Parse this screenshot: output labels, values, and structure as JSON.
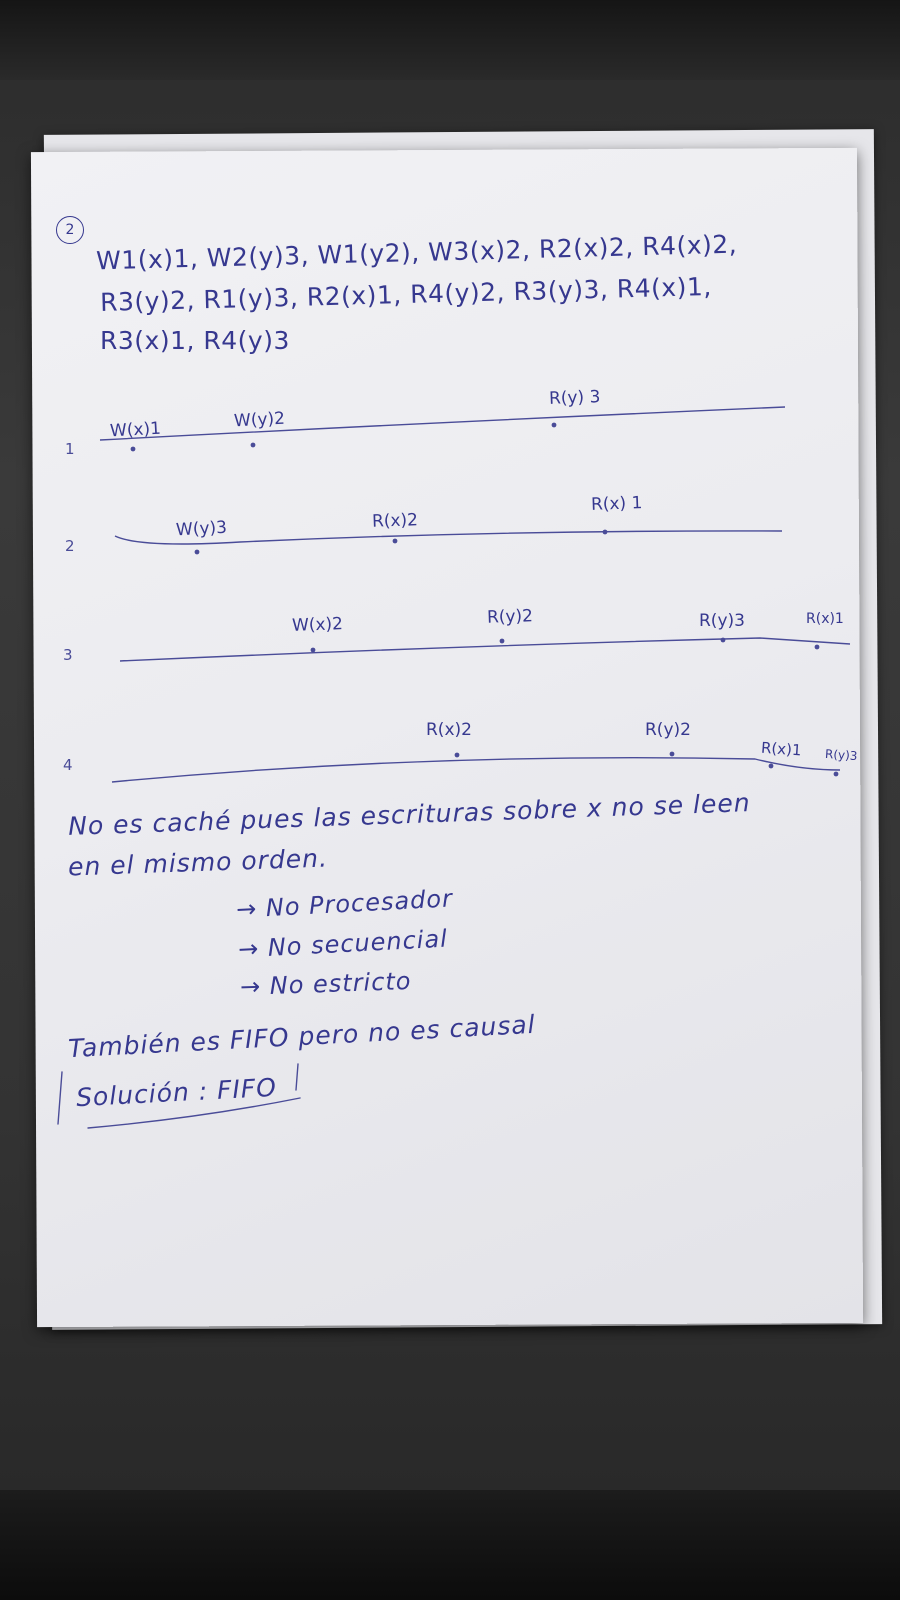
{
  "exercise": {
    "number": "2",
    "sequence_lines": [
      "W1(x)1, W2(y)3, W1(y2), W3(x)2, R2(x)2, R4(x)2,",
      "R3(y)2, R1(y)3, R2(x)1, R4(y)2, R3(y)3, R4(x)1,",
      "R3(x)1, R4(y)3"
    ]
  },
  "timeline": {
    "processes": [
      {
        "label": "1",
        "ops": [
          {
            "text": "W(x)1"
          },
          {
            "text": "W(y)2"
          },
          {
            "text": "R(y) 3"
          }
        ]
      },
      {
        "label": "2",
        "ops": [
          {
            "text": "W(y)3"
          },
          {
            "text": "R(x)2"
          },
          {
            "text": "R(x) 1"
          }
        ]
      },
      {
        "label": "3",
        "ops": [
          {
            "text": "W(x)2"
          },
          {
            "text": "R(y)2"
          },
          {
            "text": "R(y)3"
          },
          {
            "text": "R(x)1"
          }
        ]
      },
      {
        "label": "4",
        "ops": [
          {
            "text": "R(x)2"
          },
          {
            "text": "R(y)2"
          },
          {
            "text": "R(x)1"
          },
          {
            "text": "R(y)3"
          }
        ]
      }
    ]
  },
  "explanation": {
    "line1": "No es caché pues las escrituras sobre x no se leen",
    "line2": "en el mismo orden.",
    "consequences": [
      "→ No Procesador",
      "→ No secuencial",
      "→ No estricto"
    ],
    "conclusion": "También es FIFO pero no es causal",
    "solution": "Solución : FIFO"
  },
  "colors": {
    "ink": "#36388f",
    "paper": "#ececf0",
    "desk": "#2f2f2f"
  }
}
